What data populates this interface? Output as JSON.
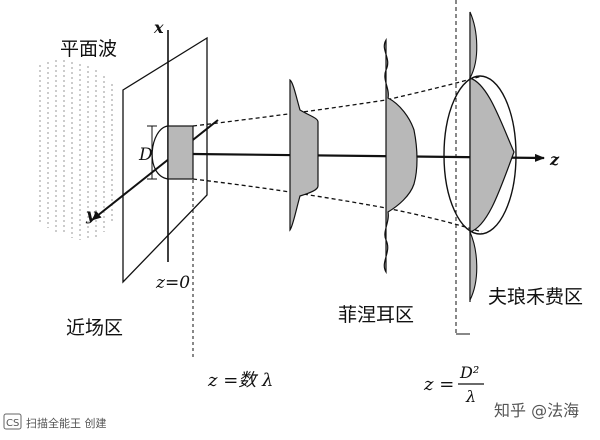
{
  "labels": {
    "plane_wave": "平面波",
    "x_axis": "x",
    "y_axis": "y",
    "z_axis": "z",
    "aperture": "D",
    "z_zero": "z=0",
    "near_field": "近场区",
    "fresnel": "菲涅耳区",
    "fraunhofer": "夫琅禾费区",
    "z_fresnel": "z =数 λ",
    "z_far_prefix": "z =",
    "z_far_num": "D²",
    "z_far_den": "λ"
  },
  "watermarks": {
    "left_badge": "CS",
    "left_text": "扫描全能王 创建",
    "right_text": "知乎 @法海"
  },
  "colors": {
    "ink": "#111111",
    "shade": "#b8b8b8",
    "wave": "#9a9a9a"
  }
}
